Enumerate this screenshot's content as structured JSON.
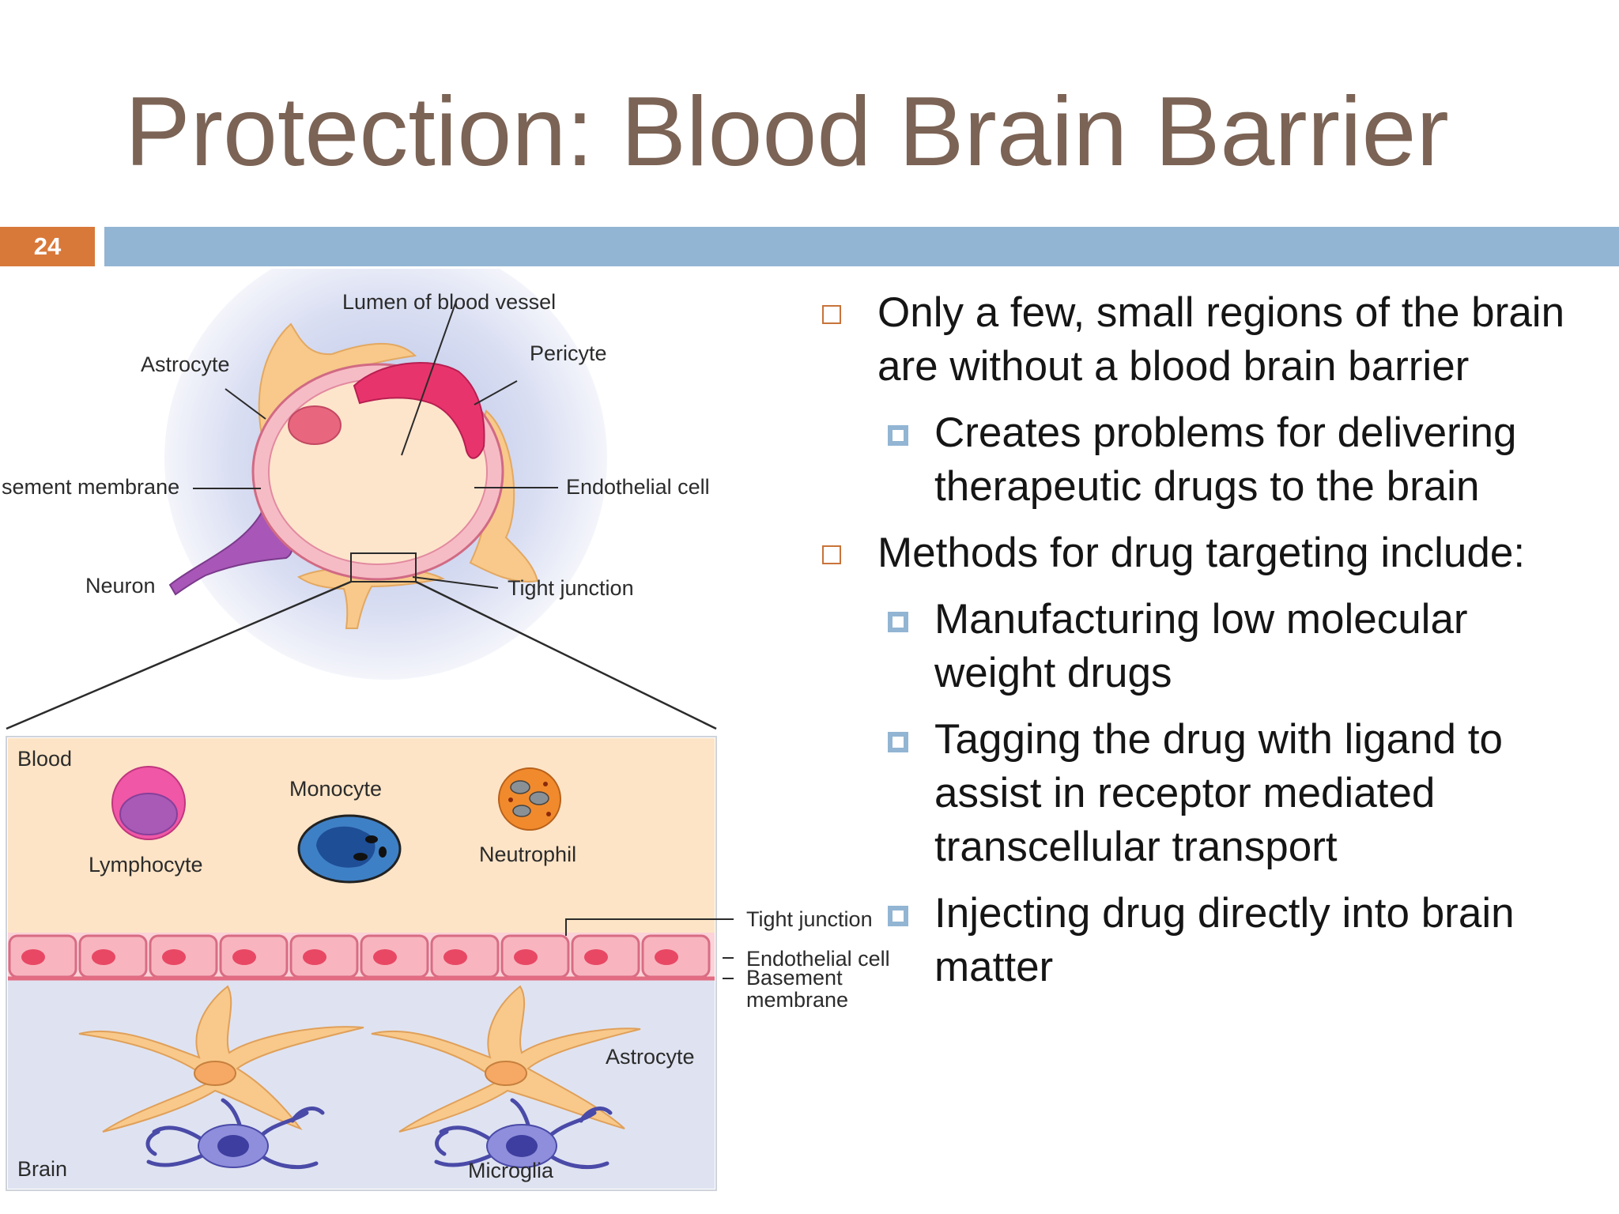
{
  "slide": {
    "title": "Protection: Blood Brain Barrier",
    "number": "24"
  },
  "colors": {
    "title": "#7b6355",
    "accent_orange": "#d8793a",
    "accent_blue": "#92b5d3",
    "blood_area": "#fde4c6",
    "brain_area": "#dfe3f1",
    "endothelium": "#f6b3bd",
    "astrocyte": "#f8c98a",
    "pericyte": "#e8346c",
    "neuron": "#a856b8",
    "microglia": "#5a58b8"
  },
  "figure": {
    "top_labels": {
      "lumen": "Lumen of blood vessel",
      "astrocyte": "Astrocyte",
      "pericyte": "Pericyte",
      "basement_membrane": "sement membrane",
      "endothelial_cell": "Endothelial cell",
      "neuron": "Neuron",
      "tight_junction": "Tight junction"
    },
    "bottom_labels": {
      "blood": "Blood",
      "lymphocyte": "Lymphocyte",
      "monocyte": "Monocyte",
      "neutrophil": "Neutrophil",
      "tight_junction": "Tight junction",
      "endothelial_cell": "Endothelial cell",
      "basement_membrane_1": "Basement",
      "basement_membrane_2": "membrane",
      "astrocyte": "Astrocyte",
      "brain": "Brain",
      "microglia": "Microglia"
    }
  },
  "bullets": [
    {
      "level": 1,
      "lines": [
        "Only a few, small regions of the brain",
        "are without a blood brain barrier"
      ]
    },
    {
      "level": 2,
      "lines": [
        "Creates problems for delivering",
        "therapeutic drugs to the brain"
      ]
    },
    {
      "level": 1,
      "lines": [
        "Methods for drug targeting include:"
      ]
    },
    {
      "level": 2,
      "lines": [
        "Manufacturing low molecular",
        "weight drugs"
      ]
    },
    {
      "level": 2,
      "lines": [
        "Tagging the drug with ligand to",
        "assist in receptor mediated",
        "transcellular transport"
      ]
    },
    {
      "level": 2,
      "lines": [
        "Injecting drug directly into brain",
        "matter"
      ]
    }
  ]
}
